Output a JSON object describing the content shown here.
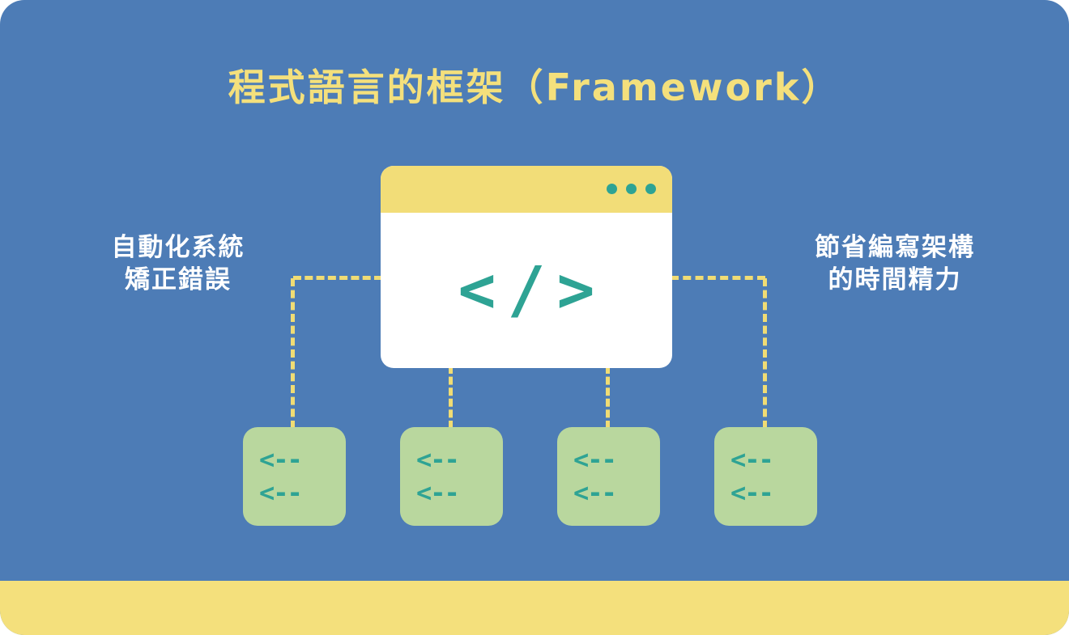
{
  "title": "程式語言的框架（Framework）",
  "annotations": {
    "left": [
      "自動化系統",
      "矯正錯誤"
    ],
    "right": [
      "節省編寫架構",
      "的時間精力"
    ]
  },
  "browser_window": {
    "code_icon": "</>",
    "dot_count": 3
  },
  "code_boxes": [
    {
      "lines": [
        "<--",
        "<--"
      ]
    },
    {
      "lines": [
        "<--",
        "<--"
      ]
    },
    {
      "lines": [
        "<--",
        "<--"
      ]
    },
    {
      "lines": [
        "<--",
        "<--"
      ]
    }
  ],
  "colors": {
    "background_blue": "#4d7cb6",
    "accent_yellow": "#f4e07c",
    "teal": "#2ea394",
    "box_green": "#b9d79e",
    "text_white": "#ffffff"
  }
}
